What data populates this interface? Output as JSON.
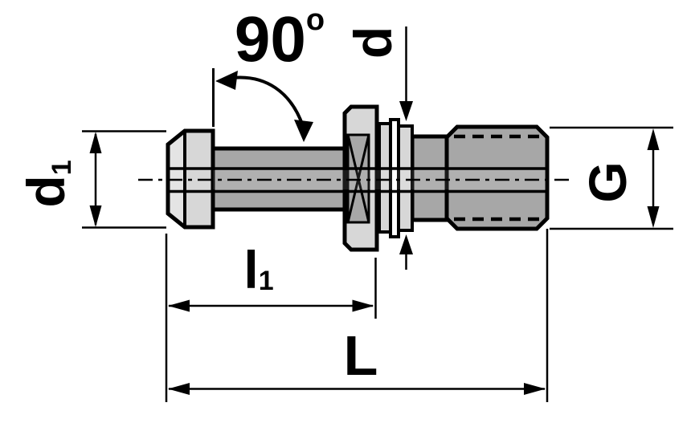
{
  "drawing": {
    "labels": {
      "angle_value": "90",
      "angle_superscript": "o",
      "d1_main": "d",
      "d1_sub": "1",
      "groove_diameter": "d",
      "thread": "G",
      "l1_main": "l",
      "l1_sub": "1",
      "overall_length": "L"
    },
    "colors": {
      "background": "#ffffff",
      "outline": "#000000",
      "fill_light": "#d7d7d7",
      "fill_lighter": "#e4e4e4",
      "fill_dark": "#a7a7a7",
      "fill_ring": "#ffffff"
    }
  }
}
